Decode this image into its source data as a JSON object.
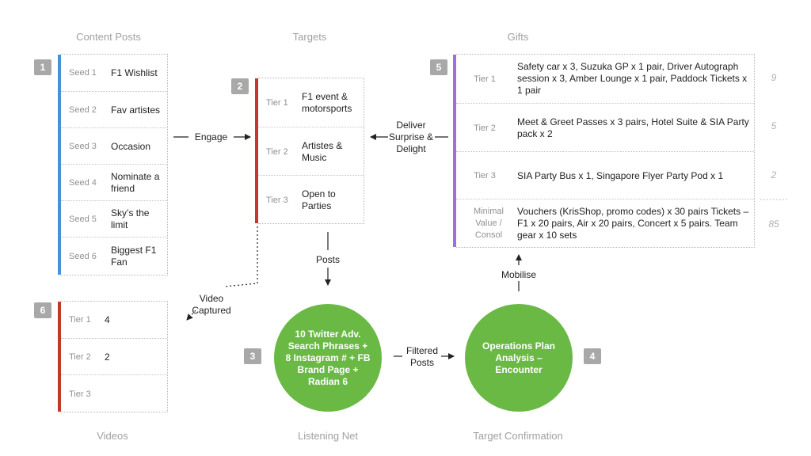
{
  "sections": {
    "content_posts": "Content Posts",
    "targets": "Targets",
    "gifts": "Gifts",
    "videos": "Videos",
    "listening_net": "Listening Net",
    "target_confirmation": "Target Confirmation"
  },
  "badges": {
    "content": "1",
    "targets": "2",
    "listening": "3",
    "confirmation": "4",
    "gifts": "5",
    "videos": "6"
  },
  "content_posts": [
    {
      "label": "Seed 1",
      "text": "F1 Wishlist"
    },
    {
      "label": "Seed 2",
      "text": "Fav artistes"
    },
    {
      "label": "Seed 3",
      "text": "Occasion"
    },
    {
      "label": "Seed 4",
      "text": "Nominate a friend"
    },
    {
      "label": "Seed 5",
      "text": "Sky’s the limit"
    },
    {
      "label": "Seed 6",
      "text": "Biggest F1 Fan"
    }
  ],
  "targets": [
    {
      "label": "Tier 1",
      "text": "F1 event & motorsports"
    },
    {
      "label": "Tier 2",
      "text": "Artistes & Music"
    },
    {
      "label": "Tier 3",
      "text": "Open to Parties"
    }
  ],
  "gifts": [
    {
      "label": "Tier 1",
      "text": "Safety car x 3, Suzuka GP x 1 pair, Driver Autograph session x 3, Amber Lounge x 1 pair, Paddock Tickets x 1 pair",
      "count": "9"
    },
    {
      "label": "Tier 2",
      "text": "Meet & Greet Passes x 3 pairs, Hotel Suite & SIA Party pack x 2",
      "count": "5"
    },
    {
      "label": "Tier 3",
      "text": "SIA Party Bus x 1, Singapore Flyer Party Pod x 1",
      "count": "2"
    },
    {
      "label": "Minimal Value / Consol",
      "text": "Vouchers (KrisShop, promo codes) x 30 pairs Tickets – F1 x 20 pairs, Air x 20 pairs, Concert x 5 pairs. Team gear x 10 sets",
      "count": "85"
    }
  ],
  "videos": [
    {
      "label": "Tier 1",
      "text": "4"
    },
    {
      "label": "Tier 2",
      "text": "2"
    },
    {
      "label": "Tier 3",
      "text": ""
    }
  ],
  "circles": {
    "listening": "10 Twitter Adv. Search Phrases + 8 Instagram # + FB Brand Page + Radian 6",
    "operations": "Operations Plan Analysis – Encounter"
  },
  "connectors": {
    "engage": "Engage",
    "deliver": "Deliver Surprise & Delight",
    "posts": "Posts",
    "video_captured": "Video Captured",
    "filtered_posts": "Filtered Posts",
    "mobilise": "Mobilise"
  },
  "colors": {
    "blue": "#4a90d9",
    "red": "#c0392b",
    "purple": "#a86ad6",
    "green": "#69b944",
    "badge": "#a8a8a8"
  }
}
